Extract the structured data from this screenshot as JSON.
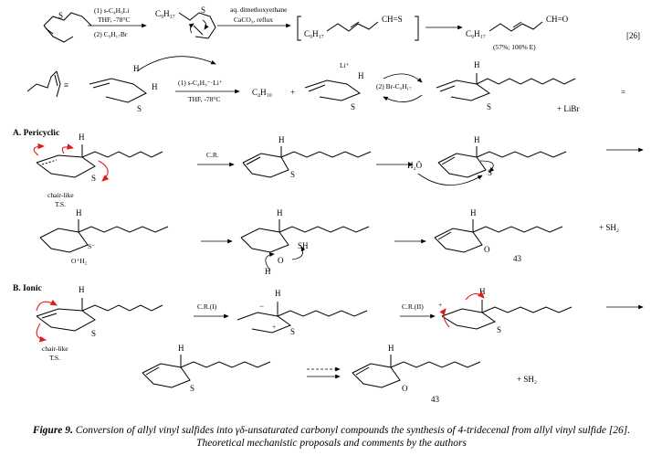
{
  "row1": {
    "reagents1_top": "(1) s-C₄H₉Li",
    "reagents1_mid": "THF, -78°C",
    "reagents1_bot": "(2) C₉H₁₇Br",
    "intermediate_left": "C₉H₁₇",
    "intermediate_S": "S",
    "reagents2_top": "aq. dimethoxyethane",
    "reagents2_bot": "CaCO₃, reflux",
    "bracket_left": "C₉H₁₇",
    "bracket_right": "CH=S",
    "product_left": "C₉H₁₇",
    "product_right": "CH=O",
    "yield": "(57%; 100% E)",
    "ref": "[26]",
    "start_S": "S"
  },
  "row2": {
    "equiv": "≡",
    "H1": "H",
    "H2": "H",
    "S": "S",
    "reagents_top": "(1) s-C₄H₉⁻·Li⁺",
    "reagents_bot": "THF, -78°C",
    "byproduct": "C₄H₁₀",
    "plus": "+",
    "Li": "Li⁺",
    "H3": "H",
    "S2": "S",
    "step2": "(2) Br-C₉H₁₇",
    "H4": "H",
    "S3": "S",
    "LiBr": "+ LiBr",
    "equals": "="
  },
  "sectionA": {
    "title": "A. Pericyclic",
    "ts_label_1": "chair-like",
    "ts_label_2": "T.S.",
    "CR": "C.R.",
    "H": "H",
    "S": "S",
    "water": "H₂Ö",
    "water2": "H",
    "row2_O": "O⁺H₂",
    "row2_S": "S⁻",
    "SH": "SH",
    "O": "O",
    "O2": "O",
    "H_ring": "H",
    "plus_SH2": "+ SH₂",
    "compound": "43"
  },
  "sectionB": {
    "title": "B. Ionic",
    "ts_label_1": "chair-like",
    "ts_label_2": "T.S.",
    "CR1": "C.R.(I)",
    "CR2": "C.R.(II)",
    "H": "H",
    "S": "S",
    "minus": "−",
    "plusc": "+",
    "O": "O",
    "plus_SH2": "+ SH₂",
    "compound": "43"
  },
  "caption": {
    "figure": "Figure 9.",
    "text": " Conversion of allyl vinyl sulfides into γδ-unsaturated carbonyl compounds the synthesis of 4-tridecenal from allyl vinyl sulfide [26]. Theoretical mechanistic proposals and comments by the authors"
  }
}
